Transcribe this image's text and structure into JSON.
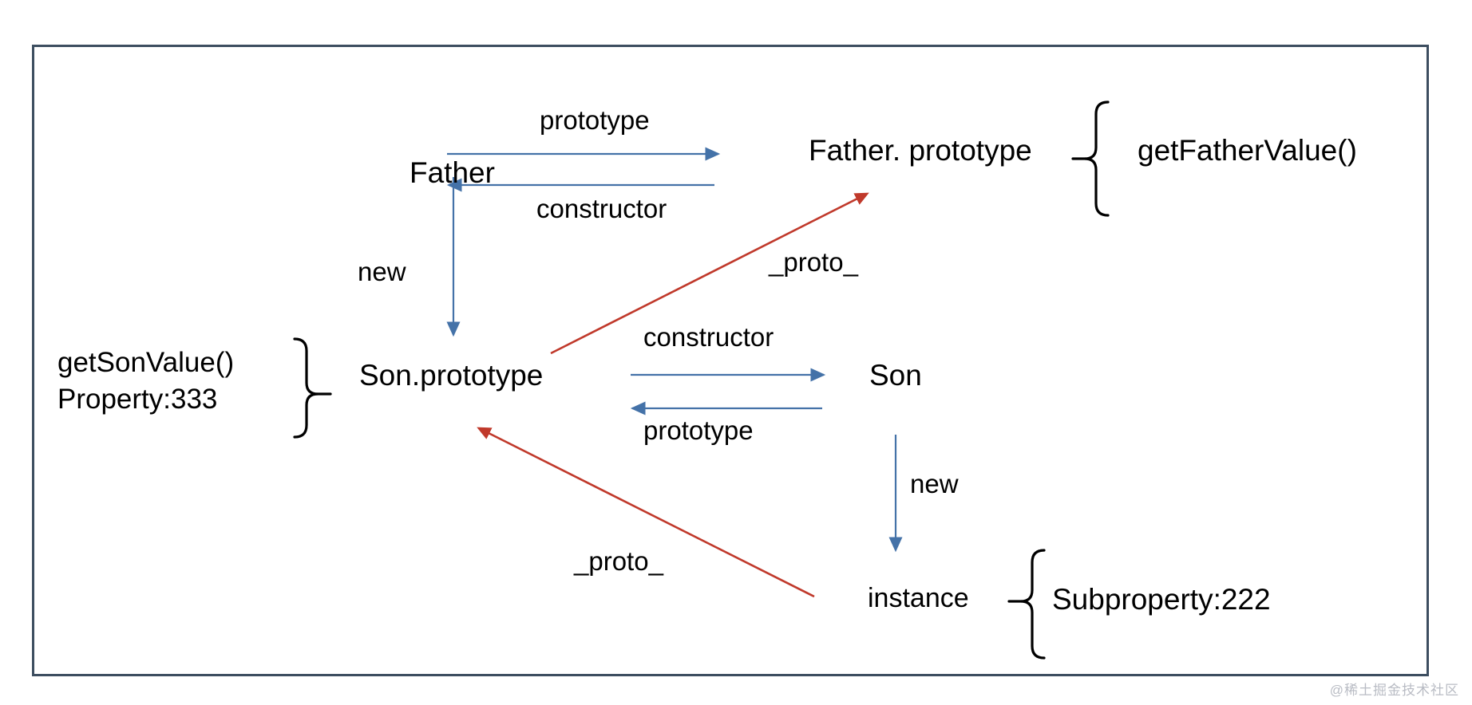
{
  "diagram": {
    "title": "JavaScript prototype chain (Father / Son / instance)",
    "colors": {
      "frame_border": "#3d4e60",
      "blue_arrow": "#4472a8",
      "red_arrow": "#c0392b",
      "text": "#000000",
      "watermark": "#b9bcc4"
    },
    "nodes": [
      {
        "id": "father",
        "label": "Father"
      },
      {
        "id": "father-prototype",
        "label": "Father. prototype"
      },
      {
        "id": "son-prototype",
        "label": "Son.prototype"
      },
      {
        "id": "son",
        "label": "Son"
      },
      {
        "id": "instance",
        "label": "instance"
      }
    ],
    "members": [
      {
        "id": "father-members",
        "lines": [
          "getFatherValue()"
        ]
      },
      {
        "id": "son-members",
        "lines": [
          "getSonValue()",
          "Property:333"
        ]
      },
      {
        "id": "instance-members",
        "lines": [
          "Subproperty:222"
        ]
      }
    ],
    "edges": [
      {
        "id": "father-prototype-edge",
        "label": "prototype",
        "color": "blue",
        "from": "father",
        "to": "father-prototype"
      },
      {
        "id": "father-constructor-edge",
        "label": "constructor",
        "color": "blue",
        "from": "father-prototype",
        "to": "father"
      },
      {
        "id": "father-new-edge",
        "label": "new",
        "color": "blue",
        "from": "father",
        "to": "son-prototype"
      },
      {
        "id": "son-constructor-edge",
        "label": "constructor",
        "color": "blue",
        "from": "son-prototype",
        "to": "son"
      },
      {
        "id": "son-prototype-edge",
        "label": "prototype",
        "color": "blue",
        "from": "son",
        "to": "son-prototype"
      },
      {
        "id": "son-new-edge",
        "label": "new",
        "color": "blue",
        "from": "son",
        "to": "instance"
      },
      {
        "id": "proto-upper-edge",
        "label": "_proto_",
        "color": "red",
        "from": "son-prototype",
        "to": "father-prototype"
      },
      {
        "id": "proto-lower-edge",
        "label": "_proto_",
        "color": "red",
        "from": "instance",
        "to": "son-prototype"
      }
    ],
    "watermark": "@稀土掘金技术社区"
  }
}
